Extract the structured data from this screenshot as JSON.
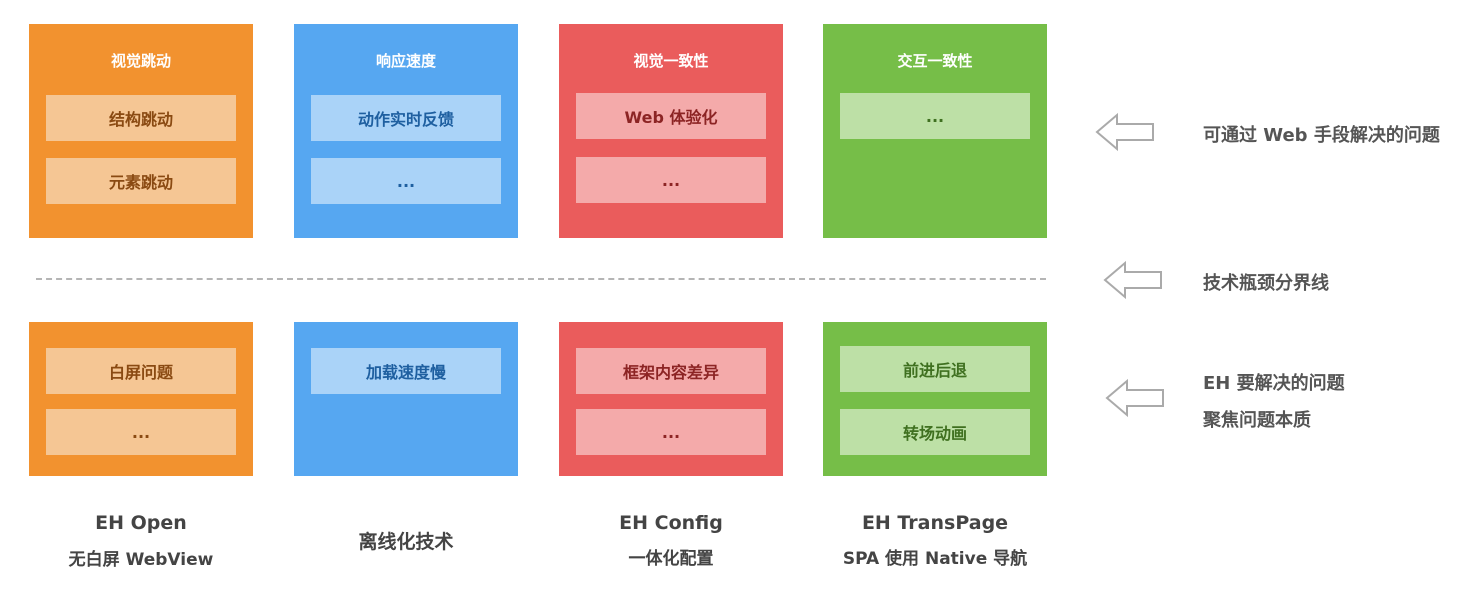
{
  "top_row": [
    {
      "title": "视觉跳动",
      "cells": [
        "结构跳动",
        "元素跳动"
      ]
    },
    {
      "title": "响应速度",
      "cells": [
        "动作实时反馈",
        "..."
      ]
    },
    {
      "title": "视觉一致性",
      "cells": [
        "Web 体验化",
        "..."
      ]
    },
    {
      "title": "交互一致性",
      "cells": [
        "..."
      ]
    }
  ],
  "bottom_row": [
    {
      "cells": [
        "白屏问题",
        "..."
      ]
    },
    {
      "cells": [
        "加载速度慢"
      ]
    },
    {
      "cells": [
        "框架内容差异",
        "..."
      ]
    },
    {
      "cells": [
        "前进后退",
        "转场动画"
      ]
    }
  ],
  "captions": [
    {
      "line1": "EH Open",
      "line2": "无白屏 WebView"
    },
    {
      "line1": "离线化技术"
    },
    {
      "line1": "EH Config",
      "line2": "一体化配置"
    },
    {
      "line1": "EH TransPage",
      "line2": "SPA 使用 Native 导航"
    }
  ],
  "side_labels": {
    "web_solvable": "可通过 Web 手段解决的问题",
    "boundary": "技术瓶颈分界线",
    "eh_line1": "EH 要解决的问题",
    "eh_line2": "聚焦问题本质"
  },
  "colors": {
    "orange": "#f2922f",
    "blue": "#56a7f1",
    "red": "#ea5c5c",
    "green": "#76be48"
  }
}
